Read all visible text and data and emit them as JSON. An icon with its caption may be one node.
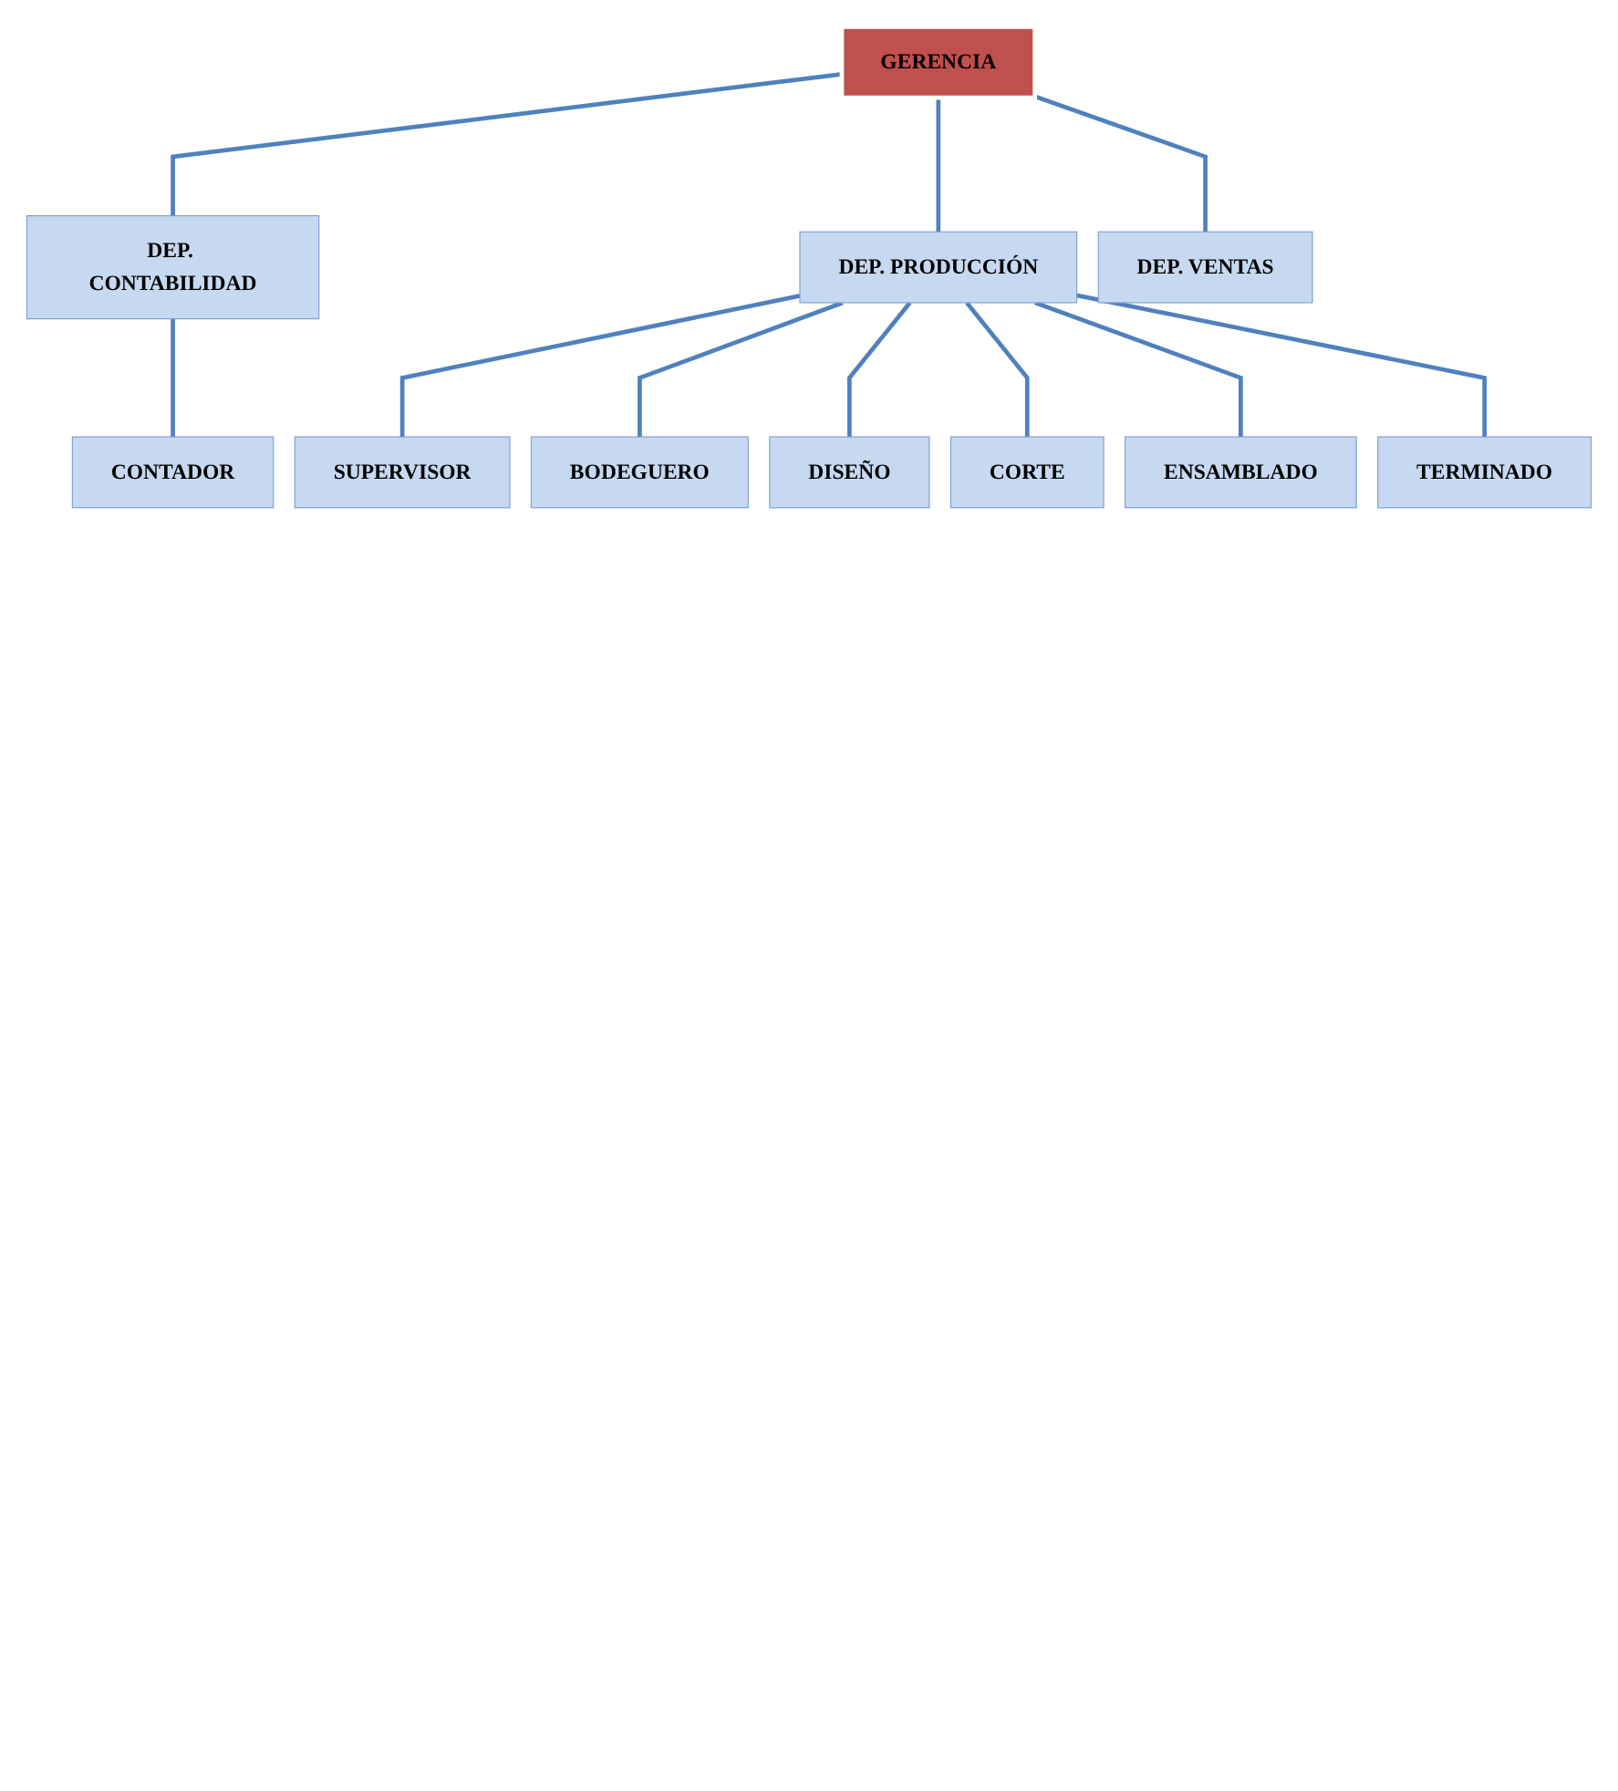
{
  "diagram": {
    "nodes": [
      {
        "text": [
          "GERENCIA"
        ]
      },
      {
        "text": [
          "DEP. CONTABILIDAD"
        ]
      },
      {
        "text": [
          "DEP. PRODUCCIÓN"
        ]
      },
      {
        "text": [
          "DEP. VENTAS"
        ]
      },
      {
        "text": [
          "CONTADOR"
        ]
      },
      {
        "text": [
          "SUPERVISOR"
        ]
      },
      {
        "text": [
          "BODEGUERO"
        ]
      },
      {
        "text": [
          "DISEÑO"
        ]
      },
      {
        "text": [
          "CORTE"
        ]
      },
      {
        "text": [
          "ENSAMBLADO"
        ]
      },
      {
        "text": [
          "TERMINADO"
        ]
      }
    ],
    "edges": [
      {
        "from": 0,
        "to": 1,
        "arrow": "none"
      },
      {
        "from": 0,
        "to": 2,
        "arrow": "none"
      },
      {
        "from": 0,
        "to": 3,
        "arrow": "none"
      },
      {
        "from": 1,
        "to": 4,
        "arrow": "none"
      },
      {
        "from": 2,
        "to": 5,
        "arrow": "none"
      },
      {
        "from": 2,
        "to": 6,
        "arrow": "none"
      },
      {
        "from": 2,
        "to": 7,
        "arrow": "none"
      },
      {
        "from": 2,
        "to": 8,
        "arrow": "none"
      },
      {
        "from": 2,
        "to": 9,
        "arrow": "none"
      },
      {
        "from": 2,
        "to": 10,
        "arrow": "none"
      }
    ]
  }
}
